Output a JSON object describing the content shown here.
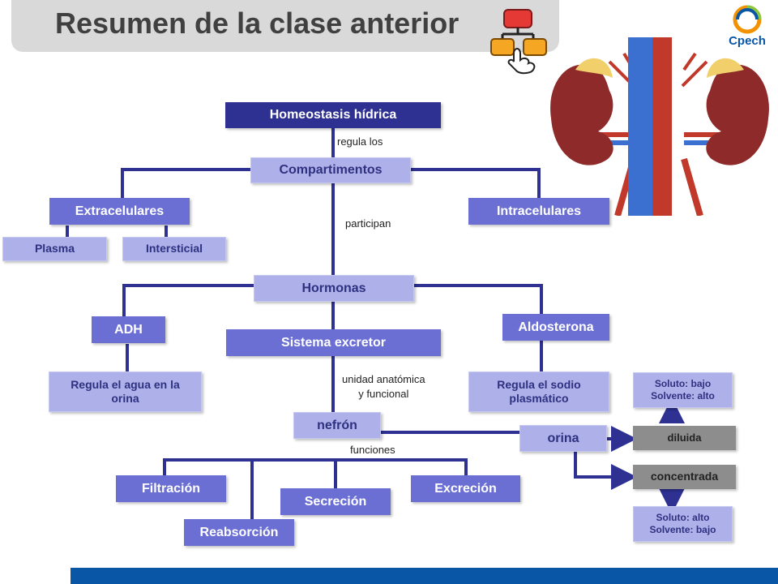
{
  "title": "Resumen de la clase anterior",
  "logo": {
    "text": "Cpech",
    "colors": [
      "#f39200",
      "#8cc63f",
      "#0a56a6"
    ]
  },
  "colors": {
    "dark_box": "#2e3192",
    "mid_box": "#6b6fd4",
    "light_box": "#aeb0ea",
    "line": "#2e3192",
    "grey_box": "#8d8d8d",
    "footer": "#0a56a6"
  },
  "nodes": {
    "homeostasis": "Homeostasis hídrica",
    "compartimentos": "Compartimentos",
    "extracelulares": "Extracelulares",
    "intracelulares": "Intracelulares",
    "plasma": "Plasma",
    "intersticial": "Intersticial",
    "hormonas": "Hormonas",
    "adh": "ADH",
    "aldosterona": "Aldosterona",
    "sistema_excretor": "Sistema excretor",
    "regula_agua": "Regula el agua en la orina",
    "regula_sodio": "Regula el sodio plasmático",
    "nefron": "nefrón",
    "orina": "orina",
    "diluida": "diluida",
    "concentrada": "concentrada",
    "diluida_desc": [
      "Soluto: bajo",
      "Solvente: alto"
    ],
    "concentrada_desc": [
      "Soluto: alto",
      "Solvente: bajo"
    ],
    "filtracion": "Filtración",
    "reabsorcion": "Reabsorción",
    "secrecion": "Secreción",
    "excrecion": "Excreción"
  },
  "connector_labels": {
    "regula_los": "regula los",
    "participan": "participan",
    "unidad": [
      "unidad anatómica",
      "y funcional"
    ],
    "funciones": "funciones"
  },
  "icons": [
    "concept-map-hand-icon",
    "kidney-illustration"
  ]
}
